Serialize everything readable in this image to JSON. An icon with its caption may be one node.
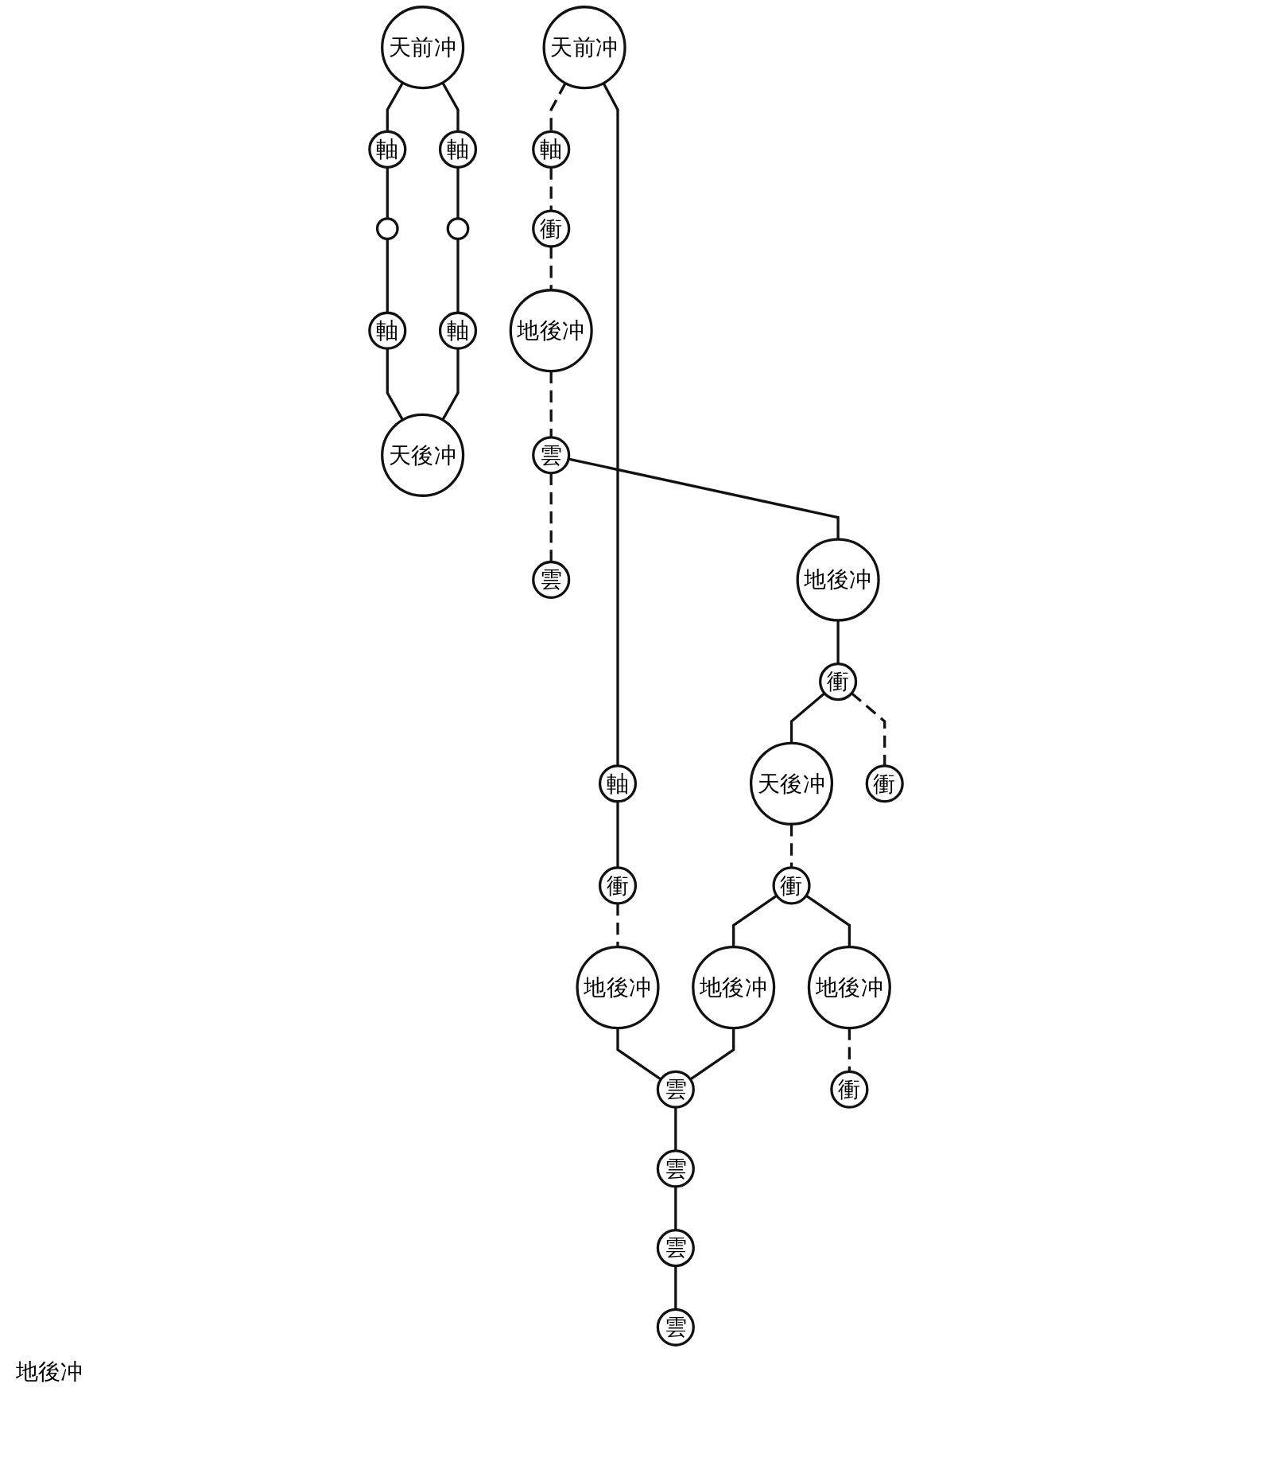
{
  "diagram": {
    "nodes": [
      {
        "text": [
          "天前冲"
        ]
      },
      {
        "text": [
          "軸"
        ]
      },
      {
        "text": [
          "軸"
        ]
      },
      {
        "text": [
          "衝"
        ]
      },
      {
        "text": [
          "衝"
        ]
      },
      {
        "text": [
          "地後冲"
        ]
      },
      {
        "text": [
          "地後冲"
        ]
      },
      {
        "text": [
          "天前冲"
        ]
      },
      {
        "text": [
          "軸"
        ]
      },
      {
        "text": [
          "軸"
        ]
      },
      {
        "text": [],
        "shape": "circle"
      },
      {
        "text": [],
        "shape": "circle"
      },
      {
        "text": [
          "軸"
        ]
      },
      {
        "text": [
          "軸"
        ]
      },
      {
        "text": [
          "天後冲"
        ]
      },
      {
        "text": [
          "雲"
        ]
      },
      {
        "text": [
          "雲"
        ]
      },
      {
        "text": [
          "地後冲"
        ]
      },
      {
        "text": [
          "衝"
        ]
      },
      {
        "text": [
          "天後冲"
        ]
      },
      {
        "text": [
          "衝"
        ]
      },
      {
        "text": [
          "地後冲"
        ]
      },
      {
        "text": [
          "雲"
        ]
      },
      {
        "text": [
          "雲"
        ]
      },
      {
        "text": [
          "雲"
        ]
      },
      {
        "text": [
          "雲"
        ]
      },
      {
        "text": [
          "地後冲"
        ]
      },
      {
        "text": [
          "衝"
        ]
      },
      {
        "text": [
          "衝"
        ]
      }
    ],
    "edges": [
      {
        "from": 0,
        "to": 1,
        "arrow": "none",
        "style": "dashed"
      },
      {
        "from": 0,
        "to": 2,
        "arrow": "none"
      },
      {
        "from": 1,
        "to": 3,
        "arrow": "none",
        "style": "dashed"
      },
      {
        "from": 2,
        "to": 4,
        "arrow": "none"
      },
      {
        "from": 3,
        "to": 5,
        "arrow": "none",
        "style": "dashed"
      },
      {
        "from": 4,
        "to": 6,
        "arrow": "none",
        "style": "dashed"
      },
      {
        "from": 5,
        "to": 15,
        "arrow": "none",
        "style": "dashed"
      },
      {
        "from": 6,
        "to": 22,
        "arrow": "none"
      },
      {
        "from": 7,
        "to": 8,
        "arrow": "none"
      },
      {
        "from": 7,
        "to": 9,
        "arrow": "none"
      },
      {
        "from": 8,
        "to": 10,
        "arrow": "none"
      },
      {
        "from": 9,
        "to": 11,
        "arrow": "none"
      },
      {
        "from": 10,
        "to": 12,
        "arrow": "none"
      },
      {
        "from": 11,
        "to": 13,
        "arrow": "none"
      },
      {
        "from": 12,
        "to": 14,
        "arrow": "none"
      },
      {
        "from": 13,
        "to": 14,
        "arrow": "none"
      },
      {
        "from": 15,
        "to": 16,
        "arrow": "none",
        "style": "dashed"
      },
      {
        "from": 15,
        "to": 17,
        "arrow": "none"
      },
      {
        "from": 17,
        "to": 18,
        "arrow": "none"
      },
      {
        "from": 18,
        "to": 19,
        "arrow": "none"
      },
      {
        "from": 18,
        "to": 27,
        "arrow": "none",
        "style": "dashed"
      },
      {
        "from": 19,
        "to": 20,
        "arrow": "none",
        "style": "dashed"
      },
      {
        "from": 20,
        "to": 21,
        "arrow": "none"
      },
      {
        "from": 21,
        "to": 22,
        "arrow": "none"
      },
      {
        "from": 22,
        "to": 23,
        "arrow": "none"
      },
      {
        "from": 23,
        "to": 24,
        "arrow": "none"
      },
      {
        "from": 24,
        "to": 25,
        "arrow": "none"
      },
      {
        "from": 20,
        "to": 26,
        "arrow": "none"
      },
      {
        "from": 26,
        "to": 28,
        "arrow": "none",
        "style": "dashed"
      }
    ],
    "labels": [
      "地後冲"
    ]
  }
}
